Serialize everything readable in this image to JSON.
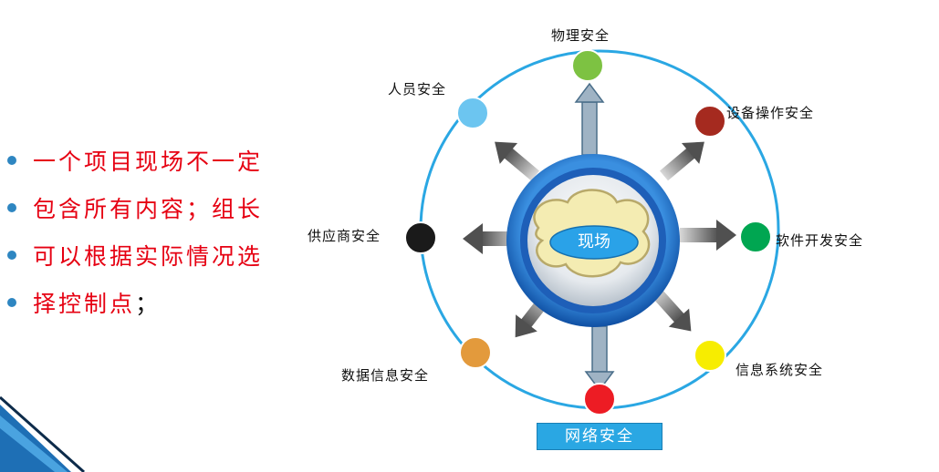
{
  "bullets": [
    {
      "text": "一个项目现场不一定",
      "tail": ""
    },
    {
      "text": "包含所有内容；组长",
      "tail": ""
    },
    {
      "text": "可以根据实际情况选",
      "tail": ""
    },
    {
      "text": "择控制点",
      "tail": "；"
    }
  ],
  "center": {
    "label": "现场"
  },
  "nodes": [
    {
      "id": "physical",
      "label": "物理安全",
      "color": "#7dc242"
    },
    {
      "id": "device-ops",
      "label": "设备操作安全",
      "color": "#a52a1f"
    },
    {
      "id": "software-dev",
      "label": "软件开发安全",
      "color": "#00a651"
    },
    {
      "id": "info-system",
      "label": "信息系统安全",
      "color": "#f7ed00"
    },
    {
      "id": "network",
      "label": "网络安全",
      "color": "#ed1c24"
    },
    {
      "id": "data-info",
      "label": "数据信息安全",
      "color": "#e39a3c"
    },
    {
      "id": "supplier",
      "label": "供应商安全",
      "color": "#1a1a1a"
    },
    {
      "id": "personnel",
      "label": "人员安全",
      "color": "#6cc5f0"
    }
  ],
  "colors": {
    "ring": "#2aa7e3",
    "bullet_text": "#e60012",
    "bullet_dot": "#2e86c1"
  }
}
